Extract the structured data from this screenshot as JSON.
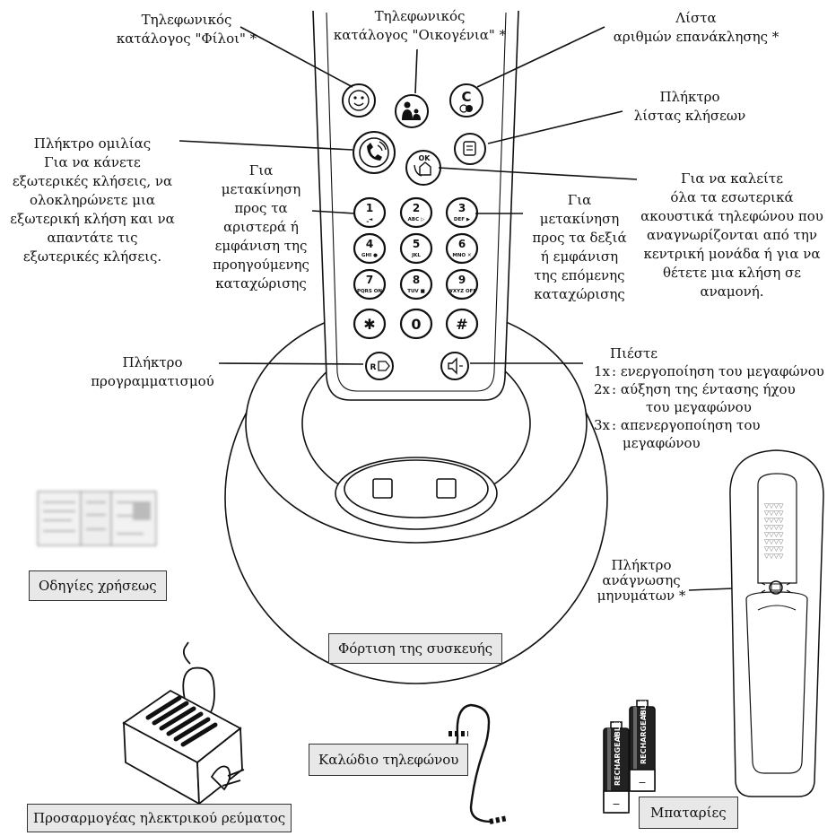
{
  "labels": {
    "friends_phonebook": [
      "Τηλεφωνικός",
      "κατάλογος \"Φίλοι\" *"
    ],
    "family_phonebook": [
      "Τηλεφωνικός",
      "κατάλογος \"Οικογένια\" *"
    ],
    "redial_list": [
      "Λίστα",
      "αριθμών επανάκλησης *"
    ],
    "calls_list_key": [
      "Πλήκτρο",
      "λίστας κλήσεων"
    ],
    "talk_key": [
      "Πλήκτρο ομιλίας",
      "Για να κάνετε",
      "εξωτερικές κλήσεις, να",
      "ολοκληρώνετε μια",
      "εξωτερική κλήση και να",
      "απαντάτε τις",
      "εξωτερικές κλήσεις."
    ],
    "move_left": [
      "Για",
      "μετακίνηση",
      "προς τα",
      "αριστερά ή",
      "εμφάνιση της",
      "προηγούμενης",
      "καταχώρισης"
    ],
    "move_right": [
      "Για",
      "μετακίνηση",
      "προς τα δεξιά",
      "ή εμφάνιση",
      "της επόμενης",
      "καταχώρισης"
    ],
    "intercom": [
      "Για να καλείτε",
      "όλα τα εσωτερικά",
      "ακουστικά τηλεφώνου που",
      "αναγνωρίζονται από την",
      "κεντρική μονάδα ή για να",
      "θέτετε μια κλήση σε",
      "αναμονή."
    ],
    "programming_key": [
      "Πλήκτρο",
      "προγραμματισμού"
    ],
    "press": "Πιέστε",
    "speaker_steps": [
      {
        "n": "1x",
        "text": [
          "ενεργοποίηση του μεγαφώνου"
        ]
      },
      {
        "n": "2x",
        "text": [
          "αύξηση της έντασης ήχου",
          "του μεγαφώνου"
        ]
      },
      {
        "n": "3x",
        "text": [
          "απενεργοποίηση του",
          "μεγαφώνου"
        ]
      }
    ],
    "message_key": [
      "Πλήκτρο",
      "ανάγνωσης",
      "μηνυμάτων *"
    ]
  },
  "boxes": {
    "manual": "Οδηγίες χρήσεως",
    "charging": "Φόρτιση της συσκευής",
    "cable": "Καλώδιο τηλεφώνου",
    "adapter": "Προσαρμογέας ηλεκτρικού ρεύματος",
    "batteries": "Μπαταρίες"
  },
  "keypad": [
    {
      "digit": "1",
      "sub": "⎵◄"
    },
    {
      "digit": "2",
      "sub": "ABC ▷"
    },
    {
      "digit": "3",
      "sub": "DEF ▶"
    },
    {
      "digit": "4",
      "sub": "GHI ●"
    },
    {
      "digit": "5",
      "sub": "JKL"
    },
    {
      "digit": "6",
      "sub": "MNO ✕"
    },
    {
      "digit": "7",
      "sub": "PQRS ON"
    },
    {
      "digit": "8",
      "sub": "TUV ■"
    },
    {
      "digit": "9",
      "sub": "WXYZ OFF"
    },
    {
      "digit": "✱",
      "sub": ""
    },
    {
      "digit": "0",
      "sub": ""
    },
    {
      "digit": "#",
      "sub": ""
    }
  ],
  "key_glyphs": {
    "clear": "C",
    "ok": "OK",
    "r": "R"
  },
  "battery_text": "RECHARGEABLE"
}
